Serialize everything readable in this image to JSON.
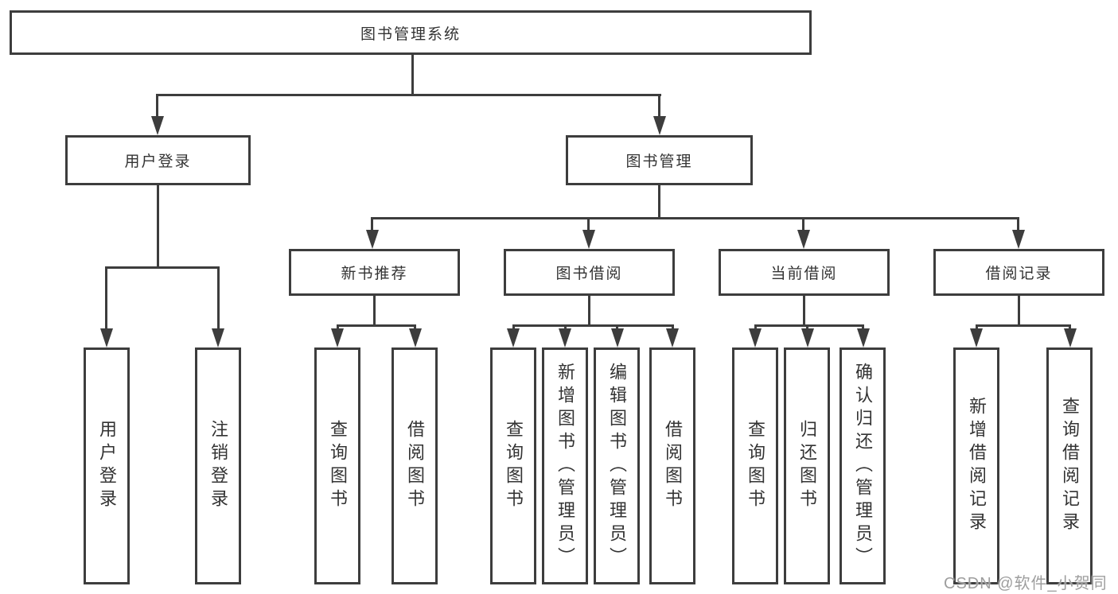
{
  "diagram": {
    "title": "图书管理系统",
    "root": {
      "label": "图书管理系统"
    },
    "level2": [
      {
        "label": "用户登录"
      },
      {
        "label": "图书管理"
      }
    ],
    "level3": [
      {
        "label": "新书推荐"
      },
      {
        "label": "图书借阅"
      },
      {
        "label": "当前借阅"
      },
      {
        "label": "借阅记录"
      }
    ],
    "level4": {
      "user_login": [
        "用户登录",
        "注销登录"
      ],
      "new_books": [
        "查询图书",
        "借阅图书"
      ],
      "book_borrow": [
        "查询图书",
        "新增图书（管理员）",
        "编辑图书（管理员）",
        "借阅图书"
      ],
      "current_borrow": [
        "查询图书",
        "归还图书",
        "确认归还（管理员）"
      ],
      "borrow_records": [
        "新增借阅记录",
        "查询借阅记录"
      ]
    }
  },
  "watermark": {
    "text": "CSDN @软件_小贺同学"
  },
  "colors": {
    "line": "#3d3d3d",
    "text": "#333333",
    "watermark": "#9e9e9e",
    "background": "#ffffff"
  }
}
